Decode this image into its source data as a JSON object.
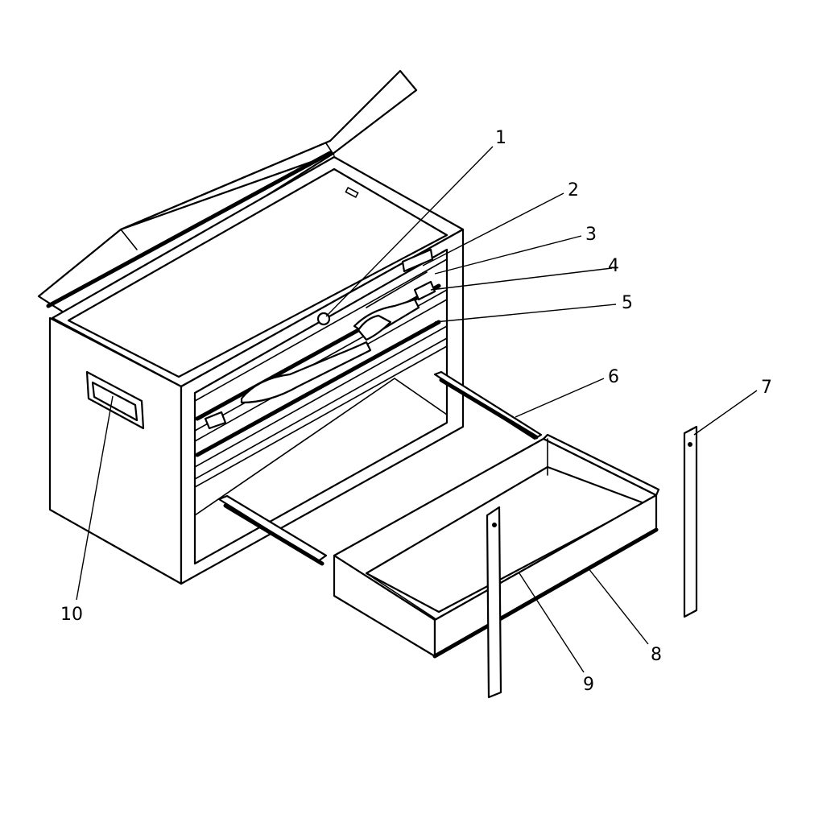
{
  "diagram": {
    "callouts": [
      {
        "id": "1",
        "text": "1"
      },
      {
        "id": "2",
        "text": "2"
      },
      {
        "id": "3",
        "text": "3"
      },
      {
        "id": "4",
        "text": "4"
      },
      {
        "id": "5",
        "text": "5"
      },
      {
        "id": "6",
        "text": "6"
      },
      {
        "id": "7",
        "text": "7"
      },
      {
        "id": "8",
        "text": "8"
      },
      {
        "id": "9",
        "text": "9"
      },
      {
        "id": "10",
        "text": "10"
      }
    ],
    "colors": {
      "ink": "#000000",
      "paper": "#ffffff"
    }
  }
}
